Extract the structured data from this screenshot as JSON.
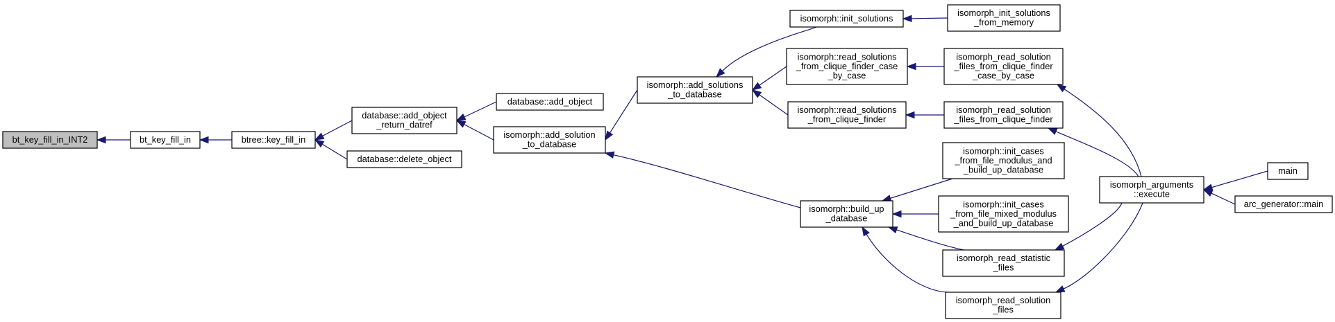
{
  "graph": {
    "type": "call-graph",
    "colors": {
      "edge": "#191970",
      "root_fill": "#bfbfbf",
      "node_fill": "#ffffff",
      "node_border": "#000000"
    },
    "nodes": [
      {
        "id": "bt_key_fill_in_INT2",
        "lines": [
          "bt_key_fill_in_INT2"
        ],
        "root": true
      },
      {
        "id": "bt_key_fill_in",
        "lines": [
          "bt_key_fill_in"
        ]
      },
      {
        "id": "btree_key_fill_in",
        "lines": [
          "btree::key_fill_in"
        ]
      },
      {
        "id": "db_add_object_return_datref",
        "lines": [
          "database::add_object",
          "_return_datref"
        ]
      },
      {
        "id": "db_delete_object",
        "lines": [
          "database::delete_object"
        ]
      },
      {
        "id": "db_add_object",
        "lines": [
          "database::add_object"
        ]
      },
      {
        "id": "iso_add_solution_to_database",
        "lines": [
          "isomorph::add_solution",
          "_to_database"
        ]
      },
      {
        "id": "iso_add_solutions_to_database",
        "lines": [
          "isomorph::add_solutions",
          "_to_database"
        ]
      },
      {
        "id": "iso_build_up_database",
        "lines": [
          "isomorph::build_up",
          "_database"
        ]
      },
      {
        "id": "iso_init_solutions",
        "lines": [
          "isomorph::init_solutions"
        ]
      },
      {
        "id": "iso_read_solutions_cfcbc",
        "lines": [
          "isomorph::read_solutions",
          "_from_clique_finder_case",
          "_by_case"
        ]
      },
      {
        "id": "iso_read_solutions_cf",
        "lines": [
          "isomorph::read_solutions",
          "_from_clique_finder"
        ]
      },
      {
        "id": "isomorph_init_solutions_from_memory",
        "lines": [
          "isomorph_init_solutions",
          "_from_memory"
        ]
      },
      {
        "id": "isomorph_read_solution_files_cfcbc",
        "lines": [
          "isomorph_read_solution",
          "_files_from_clique_finder",
          "_case_by_case"
        ]
      },
      {
        "id": "isomorph_read_solution_files_cf",
        "lines": [
          "isomorph_read_solution",
          "_files_from_clique_finder"
        ]
      },
      {
        "id": "iso_init_cases_modulus",
        "lines": [
          "isomorph::init_cases",
          "_from_file_modulus_and",
          "_build_up_database"
        ]
      },
      {
        "id": "iso_init_cases_mixed_modulus",
        "lines": [
          "isomorph::init_cases",
          "_from_file_mixed_modulus",
          "_and_build_up_database"
        ]
      },
      {
        "id": "isomorph_read_statistic_files",
        "lines": [
          "isomorph_read_statistic",
          "_files"
        ]
      },
      {
        "id": "isomorph_read_solution_files",
        "lines": [
          "isomorph_read_solution",
          "_files"
        ]
      },
      {
        "id": "isomorph_arguments_execute",
        "lines": [
          "isomorph_arguments",
          "::execute"
        ]
      },
      {
        "id": "main",
        "lines": [
          "main"
        ]
      },
      {
        "id": "arc_generator_main",
        "lines": [
          "arc_generator::main"
        ]
      }
    ],
    "edges": [
      {
        "from": "bt_key_fill_in",
        "to": "bt_key_fill_in_INT2"
      },
      {
        "from": "btree_key_fill_in",
        "to": "bt_key_fill_in"
      },
      {
        "from": "db_add_object_return_datref",
        "to": "btree_key_fill_in"
      },
      {
        "from": "db_delete_object",
        "to": "btree_key_fill_in"
      },
      {
        "from": "db_add_object",
        "to": "db_add_object_return_datref"
      },
      {
        "from": "iso_add_solution_to_database",
        "to": "db_add_object_return_datref"
      },
      {
        "from": "iso_add_solutions_to_database",
        "to": "iso_add_solution_to_database"
      },
      {
        "from": "iso_build_up_database",
        "to": "iso_add_solution_to_database"
      },
      {
        "from": "iso_init_solutions",
        "to": "iso_add_solutions_to_database"
      },
      {
        "from": "iso_read_solutions_cfcbc",
        "to": "iso_add_solutions_to_database"
      },
      {
        "from": "iso_read_solutions_cf",
        "to": "iso_add_solutions_to_database"
      },
      {
        "from": "isomorph_init_solutions_from_memory",
        "to": "iso_init_solutions"
      },
      {
        "from": "isomorph_read_solution_files_cfcbc",
        "to": "iso_read_solutions_cfcbc"
      },
      {
        "from": "isomorph_read_solution_files_cf",
        "to": "iso_read_solutions_cf"
      },
      {
        "from": "iso_init_cases_modulus",
        "to": "iso_build_up_database"
      },
      {
        "from": "iso_init_cases_mixed_modulus",
        "to": "iso_build_up_database"
      },
      {
        "from": "isomorph_read_statistic_files",
        "to": "iso_build_up_database"
      },
      {
        "from": "isomorph_read_solution_files",
        "to": "iso_build_up_database"
      },
      {
        "from": "isomorph_arguments_execute",
        "to": "isomorph_read_solution_files_cfcbc"
      },
      {
        "from": "isomorph_arguments_execute",
        "to": "isomorph_read_solution_files_cf"
      },
      {
        "from": "isomorph_arguments_execute",
        "to": "isomorph_read_statistic_files"
      },
      {
        "from": "isomorph_arguments_execute",
        "to": "isomorph_read_solution_files"
      },
      {
        "from": "main",
        "to": "isomorph_arguments_execute"
      },
      {
        "from": "arc_generator_main",
        "to": "isomorph_arguments_execute"
      }
    ]
  }
}
